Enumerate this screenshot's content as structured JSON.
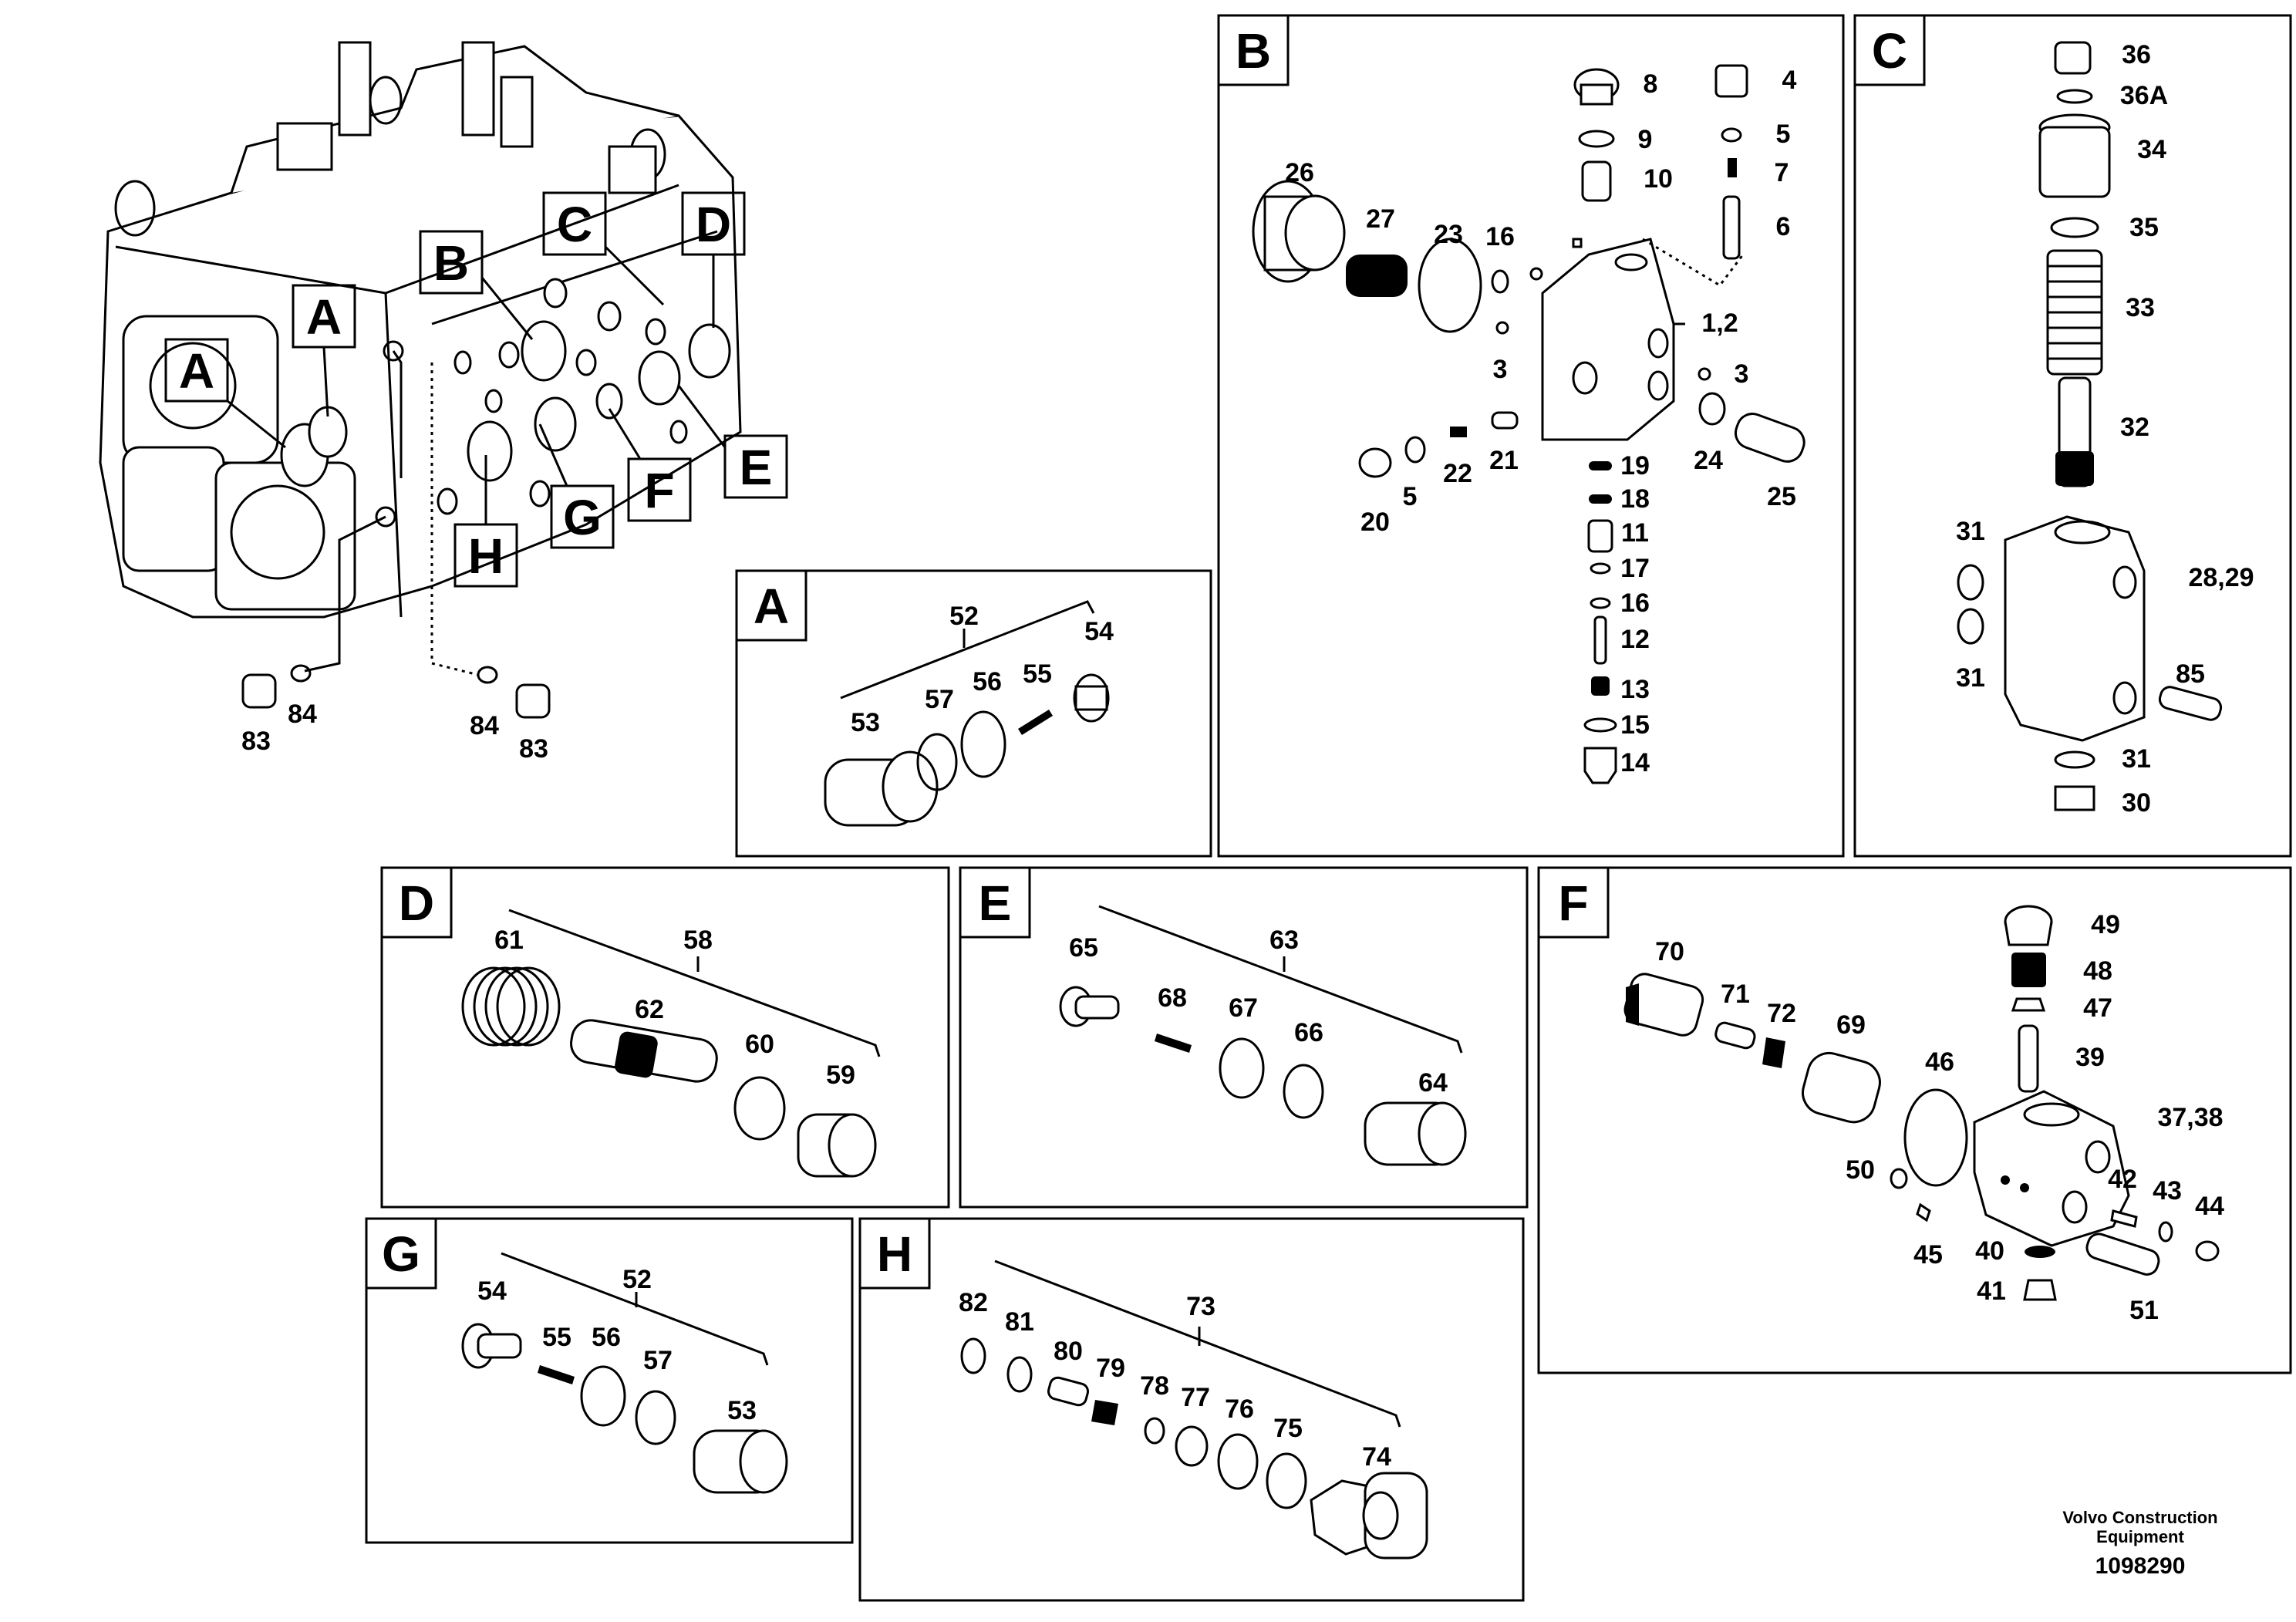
{
  "letters": [
    "A",
    "B",
    "C",
    "D",
    "E",
    "F",
    "G",
    "H"
  ],
  "overview_labels": [
    "A",
    "A",
    "B",
    "C",
    "D",
    "E",
    "F",
    "G",
    "H"
  ],
  "overview_parts": [
    "83",
    "84",
    "84",
    "83"
  ],
  "panelA": [
    "52",
    "53",
    "54",
    "55",
    "56",
    "57"
  ],
  "panelB": [
    "8",
    "9",
    "10",
    "4",
    "5",
    "7",
    "6",
    "26",
    "27",
    "23",
    "16",
    "1,2",
    "3",
    "3",
    "22",
    "21",
    "24",
    "25",
    "20",
    "5",
    "19",
    "18",
    "11",
    "17",
    "16",
    "12",
    "13",
    "15",
    "14"
  ],
  "panelC": [
    "36",
    "36A",
    "34",
    "35",
    "33",
    "32",
    "31",
    "31",
    "28,29",
    "85",
    "31",
    "30"
  ],
  "panelD": [
    "58",
    "61",
    "62",
    "60",
    "59"
  ],
  "panelE": [
    "63",
    "65",
    "68",
    "67",
    "66",
    "64"
  ],
  "panelF": [
    "49",
    "48",
    "47",
    "39",
    "70",
    "71",
    "72",
    "69",
    "46",
    "37,38",
    "50",
    "42",
    "43",
    "44",
    "40",
    "41",
    "45",
    "51"
  ],
  "panelG": [
    "52",
    "54",
    "55",
    "56",
    "57",
    "53"
  ],
  "panelH": [
    "73",
    "82",
    "81",
    "80",
    "79",
    "78",
    "77",
    "76",
    "75",
    "74"
  ],
  "footer": {
    "brand_line1": "Volvo Construction",
    "brand_line2": "Equipment",
    "drawing_number": "1098290"
  }
}
